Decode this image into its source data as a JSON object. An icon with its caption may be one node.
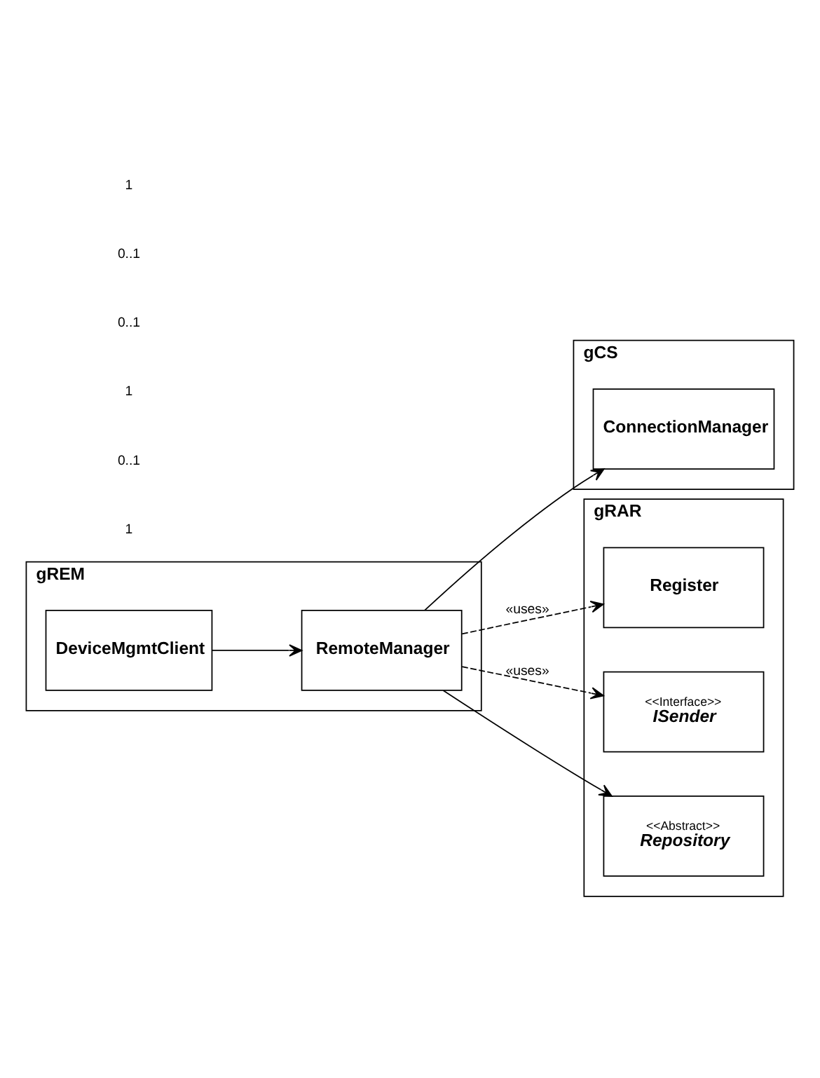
{
  "diagram": {
    "nodes": [
      {
        "text": [
          "gCS"
        ]
      },
      {
        "text": [
          "ConnectionManager"
        ],
        "in": 0
      },
      {
        "text": [
          "gREM"
        ]
      },
      {
        "text": [
          "RemoteManager"
        ],
        "in": 2
      },
      {
        "text": [
          "DeviceMgmtClient"
        ],
        "in": 2
      },
      {
        "text": [
          "gRAR"
        ]
      },
      {
        "text": [
          "Register"
        ],
        "in": 5
      },
      {
        "text": [
          "<<Interface>>",
          "ISender"
        ],
        "in": 5
      },
      {
        "text": [
          "<<Abstract>>",
          "Repository"
        ],
        "in": 5
      }
    ],
    "edges": [
      {
        "from": 3,
        "to": 1,
        "arrow": "to"
      },
      {
        "from": 4,
        "to": 3,
        "arrow": "to"
      },
      {
        "from": 3,
        "to": 6,
        "arrow": "to",
        "style": "dashed",
        "label": "«uses»"
      },
      {
        "from": 3,
        "to": 7,
        "arrow": "to",
        "style": "dashed",
        "label": "«uses»"
      },
      {
        "from": 3,
        "to": 8,
        "arrow": "to"
      }
    ],
    "labels": [
      "1",
      "0..1",
      "1",
      "0..1",
      "0..1",
      "1"
    ]
  }
}
